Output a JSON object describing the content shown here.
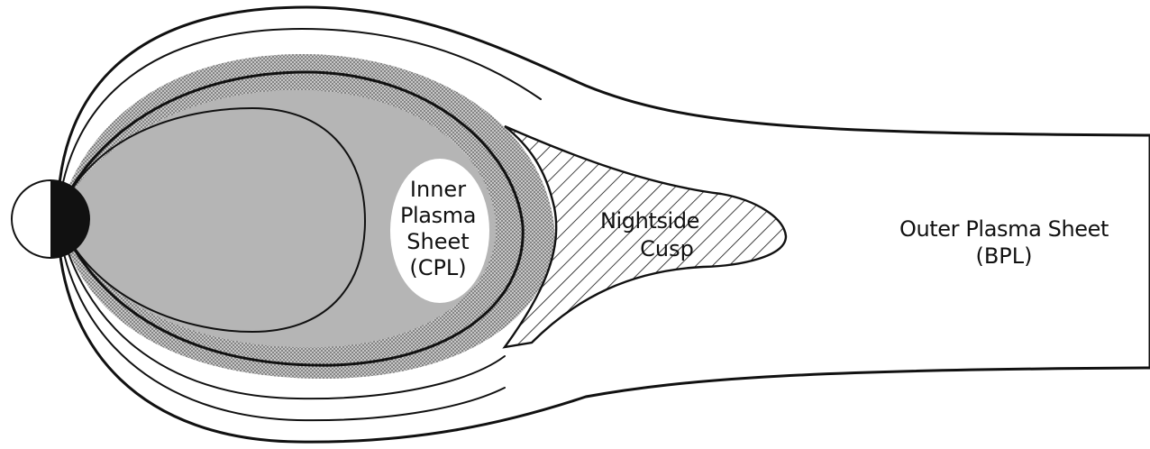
{
  "labels": {
    "inner_line1": "Inner",
    "inner_line2": "Plasma",
    "inner_line3": "Sheet",
    "inner_line4": "(CPL)",
    "cusp_line1": "Nightside",
    "cusp_line2": "Cusp",
    "outer_line1": "Outer Plasma Sheet",
    "outer_line2": "(BPL)"
  },
  "colors": {
    "background": "#ffffff",
    "light_fill": "#e2e2e2",
    "mid_fill": "#b5b5b5",
    "ink": "#111111",
    "planet_day": "#ffffff",
    "planet_night": "#111111"
  }
}
